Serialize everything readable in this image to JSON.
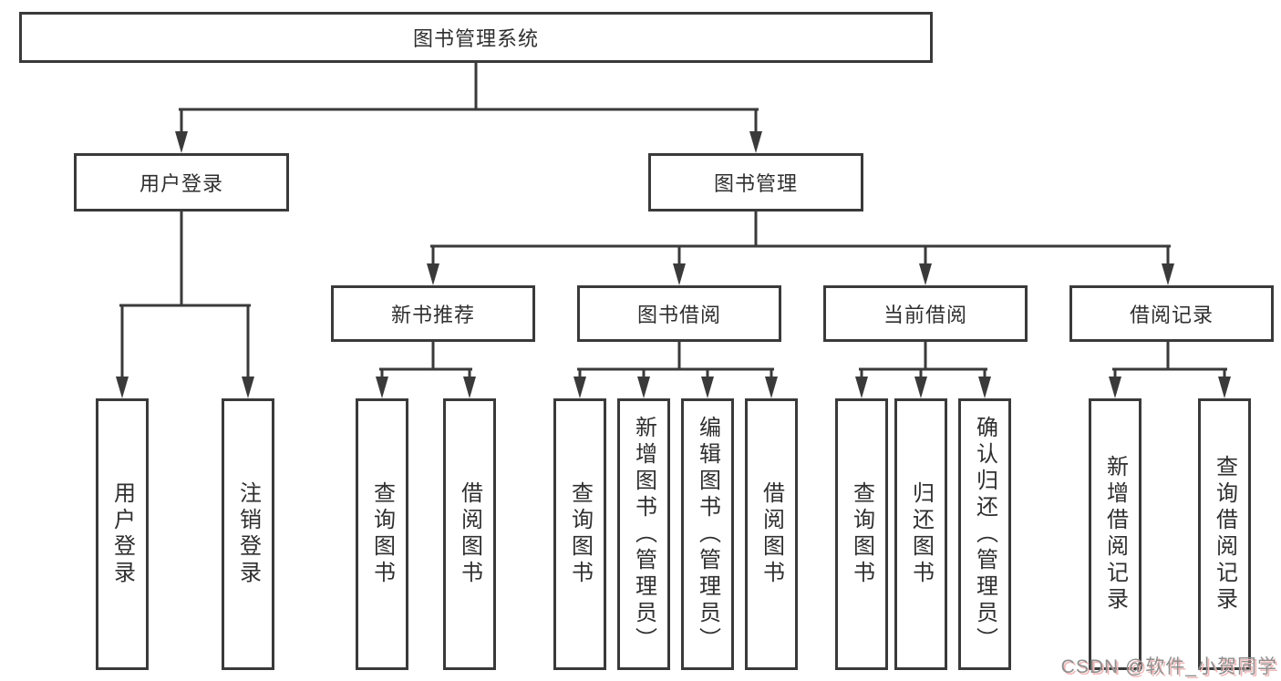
{
  "diagram": {
    "root": {
      "label": "图书管理系统"
    },
    "level2": [
      {
        "label": "用户登录"
      },
      {
        "label": "图书管理"
      }
    ],
    "level3": [
      {
        "label": "新书推荐"
      },
      {
        "label": "图书借阅"
      },
      {
        "label": "当前借阅"
      },
      {
        "label": "借阅记录"
      }
    ],
    "leaves": {
      "user_login": [
        "用户登录",
        "注销登录"
      ],
      "new_book": [
        "查询图书",
        "借阅图书"
      ],
      "borrowing": [
        "查询图书",
        "新增图书（管理员）",
        "编辑图书（管理员）",
        "借阅图书"
      ],
      "current": [
        "查询图书",
        "归还图书",
        "确认归还（管理员）"
      ],
      "records": [
        "新增借阅记录",
        "查询借阅记录"
      ]
    }
  },
  "watermark": {
    "text": "CSDN @软件_小贺同学"
  },
  "colors": {
    "line": "#3a3a3a",
    "text": "#2f2f2f",
    "background": "#ffffff",
    "watermark_text": "#8f8f8f",
    "watermark_shadow": "#f0b9b9"
  }
}
